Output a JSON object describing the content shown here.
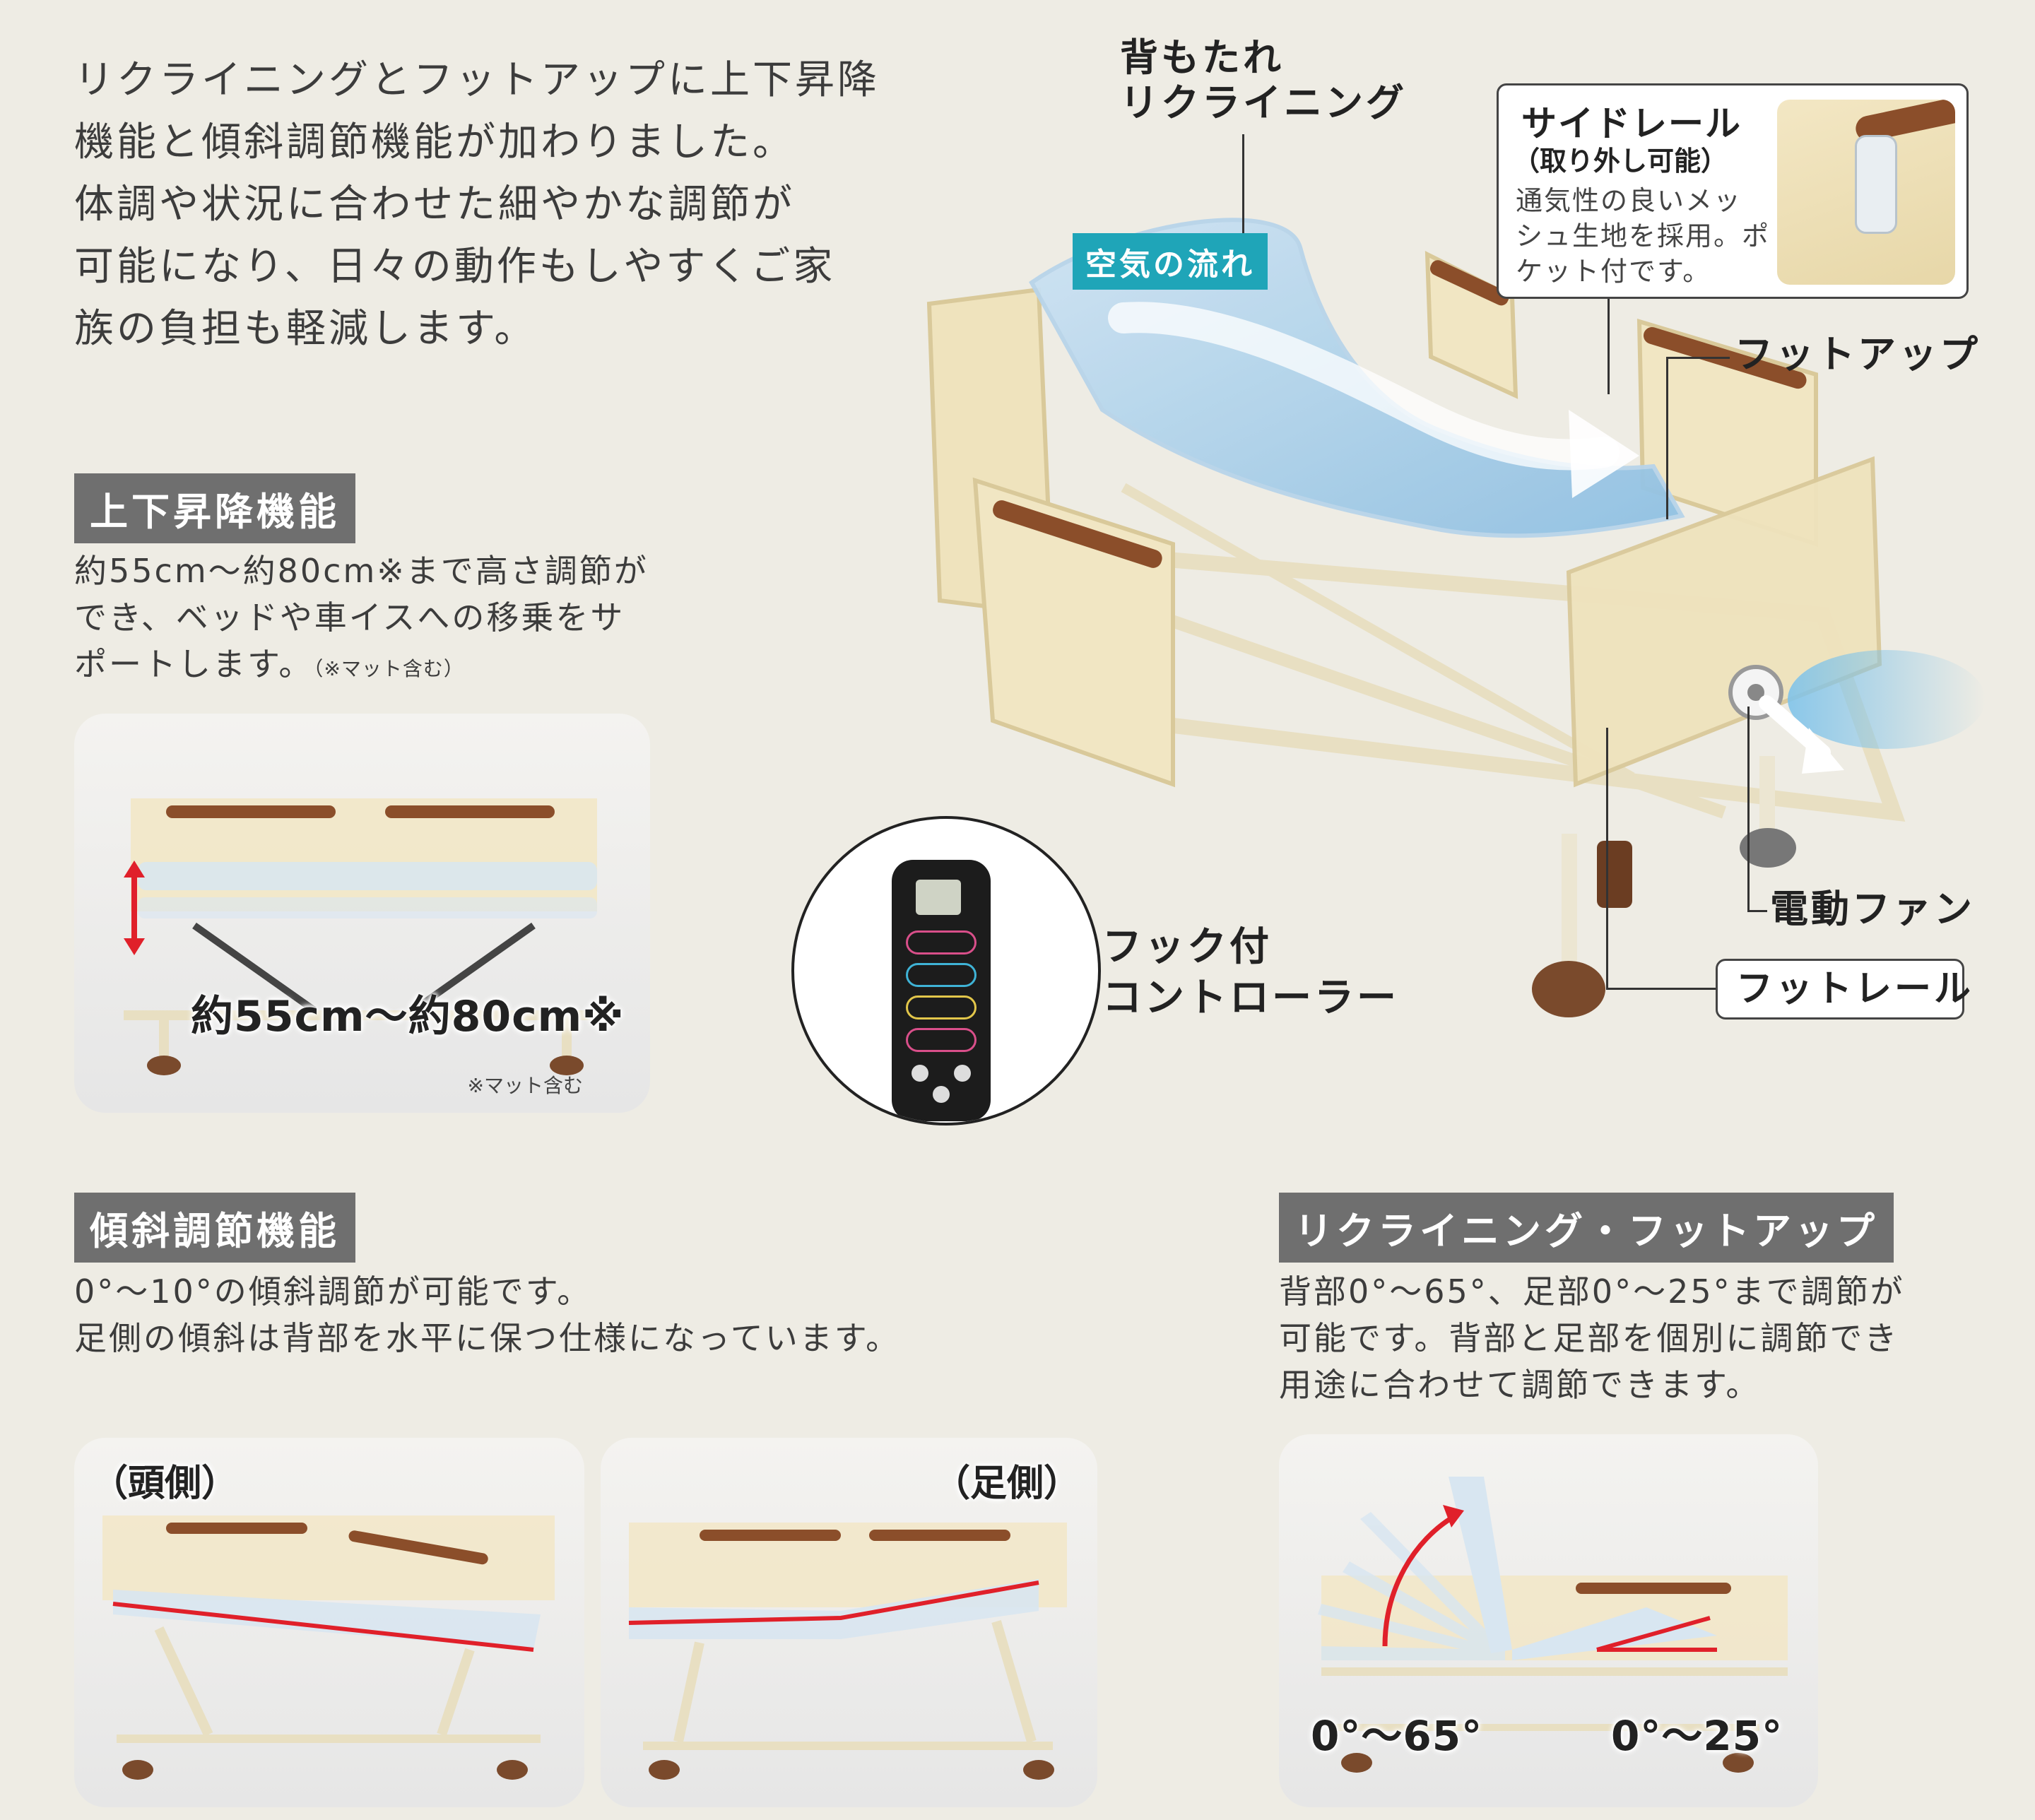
{
  "intro": {
    "lines": [
      "リクライニングとフットアップに上下昇降",
      "機能と傾斜調節機能が加わりました。",
      "体調や状況に合わせた細やかな調節が",
      "可能になり、日々の動作もしやすくご家",
      "族の負担も軽減します。"
    ]
  },
  "lift": {
    "tag": "上下昇降機能",
    "lines": [
      "約55cm〜約80cm※まで高さ調節が",
      "でき、ベッドや車イスへの移乗をサ",
      "ポートします。"
    ],
    "note": "（※マット含む）",
    "photo_label": "約55cm〜約80cm※",
    "photo_note": "※マット含む",
    "arrow_color": "#e0202a"
  },
  "tilt": {
    "tag": "傾斜調節機能",
    "lines": [
      "0°〜10°の傾斜調節が可能です。",
      "足側の傾斜は背部を水平に保つ仕様になっています。"
    ],
    "photo_head_label": "（頭側）",
    "photo_foot_label": "（足側）",
    "line_color": "#e0202a"
  },
  "recline": {
    "tag": "リクライニング・フットアップ",
    "lines": [
      "背部0°〜65°、足部0°〜25°まで調節が",
      "可能です。背部と足部を個別に調節でき",
      "用途に合わせて調節できます。"
    ],
    "back_label": "0°〜65°",
    "foot_label": "0°〜25°"
  },
  "hero": {
    "backrest_label": [
      "背もたれ",
      "リクライニング"
    ],
    "airflow_label": "空気の流れ",
    "siderail": {
      "title": "サイドレール",
      "subtitle": "（取り外し可能）",
      "desc": [
        "通気性の良いメッ",
        "シュ生地を採用。ポ",
        "ケット付です。"
      ]
    },
    "footup_label": "フットアップ",
    "fan_label": "電動ファン",
    "footrail_label": "フットレール",
    "controller_label": [
      "フック付",
      "コントローラー"
    ],
    "accent_teal": "#1fa5b8"
  }
}
